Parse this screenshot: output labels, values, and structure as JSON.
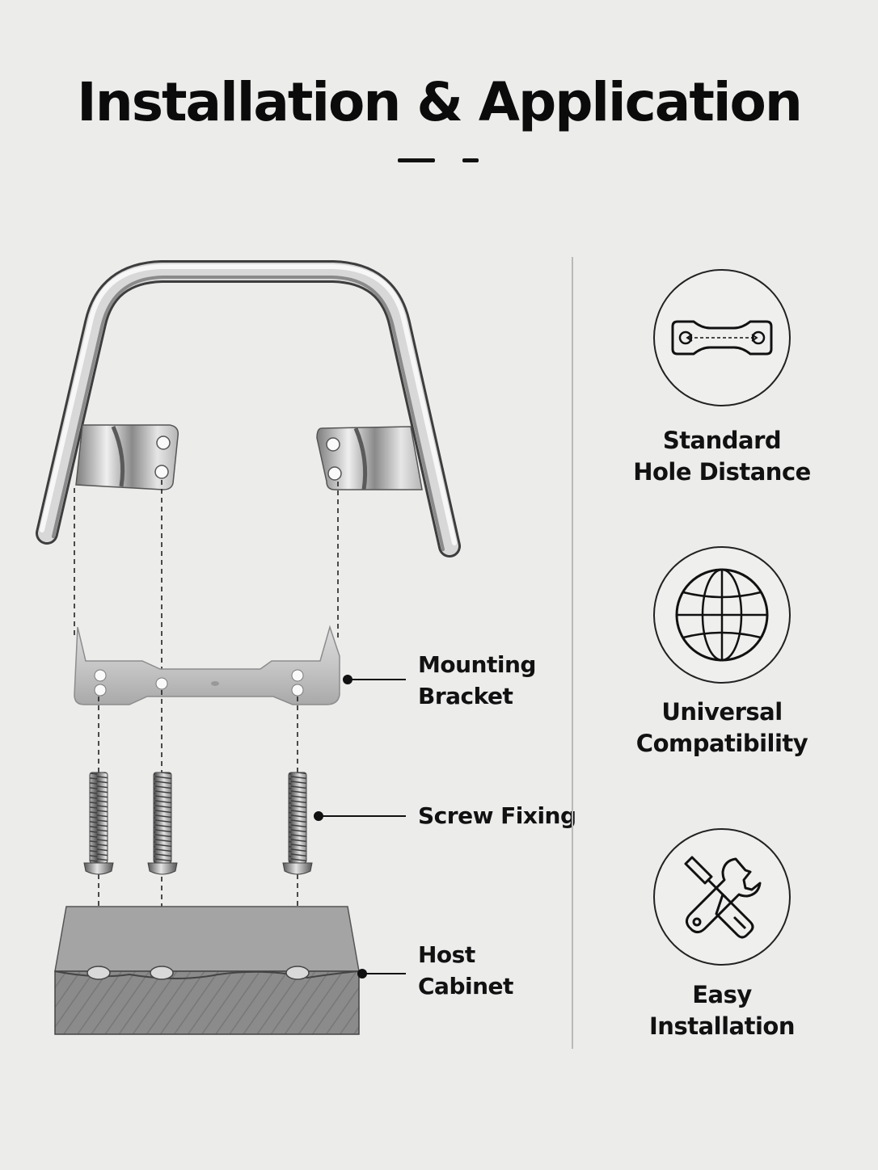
{
  "title": "Installation & Application",
  "callouts": {
    "mounting_bracket": [
      "Mounting",
      "Bracket"
    ],
    "screw_fixing": [
      "Screw Fixing"
    ],
    "host_cabinet": [
      "Host",
      "Cabinet"
    ]
  },
  "features": [
    {
      "icon": "hole-distance-icon",
      "lines": [
        "Standard",
        "Hole Distance"
      ]
    },
    {
      "icon": "globe-icon",
      "lines": [
        "Universal",
        "Compatibility"
      ]
    },
    {
      "icon": "tools-icon",
      "lines": [
        "Easy",
        "Installation"
      ]
    }
  ],
  "colors": {
    "background": "#ececeb",
    "text": "#111111",
    "metal_light": "#f4f4f4",
    "metal_dark": "#6e6e6e",
    "cabinet": "#8a8a8a"
  }
}
